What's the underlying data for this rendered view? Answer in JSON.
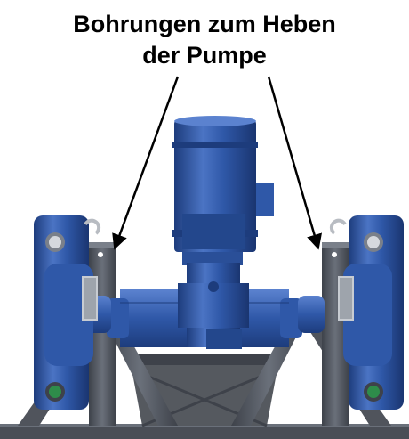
{
  "caption": {
    "line1": "Bohrungen zum Heben",
    "line2": "der Pumpe"
  },
  "icons": [
    "lifting-hole-arrow-left",
    "lifting-hole-arrow-right",
    "motor",
    "pump-head-left",
    "pump-head-right",
    "base-frame"
  ],
  "colors": {
    "pump_blue": "#2f58a8",
    "pump_blue_dark": "#1d3c7c",
    "pump_blue_light": "#5b82cf",
    "frame_gray": "#5a5f68",
    "frame_gray_dark": "#3e424a",
    "arrow": "#000000"
  }
}
